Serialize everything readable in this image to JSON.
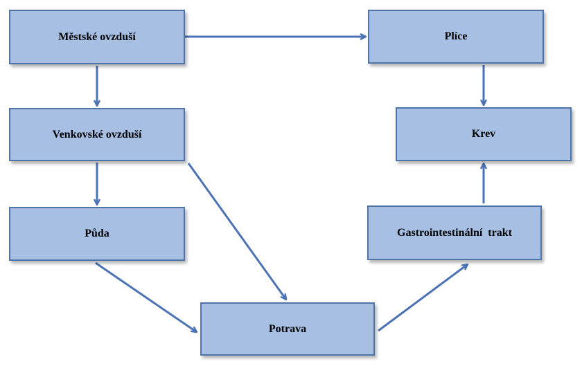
{
  "nodes": {
    "mestske_ovzdusi": "Městské ovzduší",
    "venkovske_ovzdusi": "Venkovské ovzduší",
    "puda": "Půda",
    "potrava": "Potrava",
    "gastrointestinalni_trakt": "Gastrointestinální  trakt",
    "krev": "Krev",
    "plice": "Plíce"
  },
  "edges": [
    {
      "from": "mestske_ovzdusi",
      "to": "plice"
    },
    {
      "from": "mestske_ovzdusi",
      "to": "venkovske_ovzdusi"
    },
    {
      "from": "venkovske_ovzdusi",
      "to": "puda"
    },
    {
      "from": "venkovske_ovzdusi",
      "to": "potrava"
    },
    {
      "from": "puda",
      "to": "potrava"
    },
    {
      "from": "potrava",
      "to": "gastrointestinalni_trakt"
    },
    {
      "from": "gastrointestinalni_trakt",
      "to": "krev"
    },
    {
      "from": "plice",
      "to": "krev"
    }
  ],
  "colors": {
    "node_fill": "#a6bfe2",
    "node_border": "#4f74a8",
    "arrow": "#4a72b4"
  }
}
